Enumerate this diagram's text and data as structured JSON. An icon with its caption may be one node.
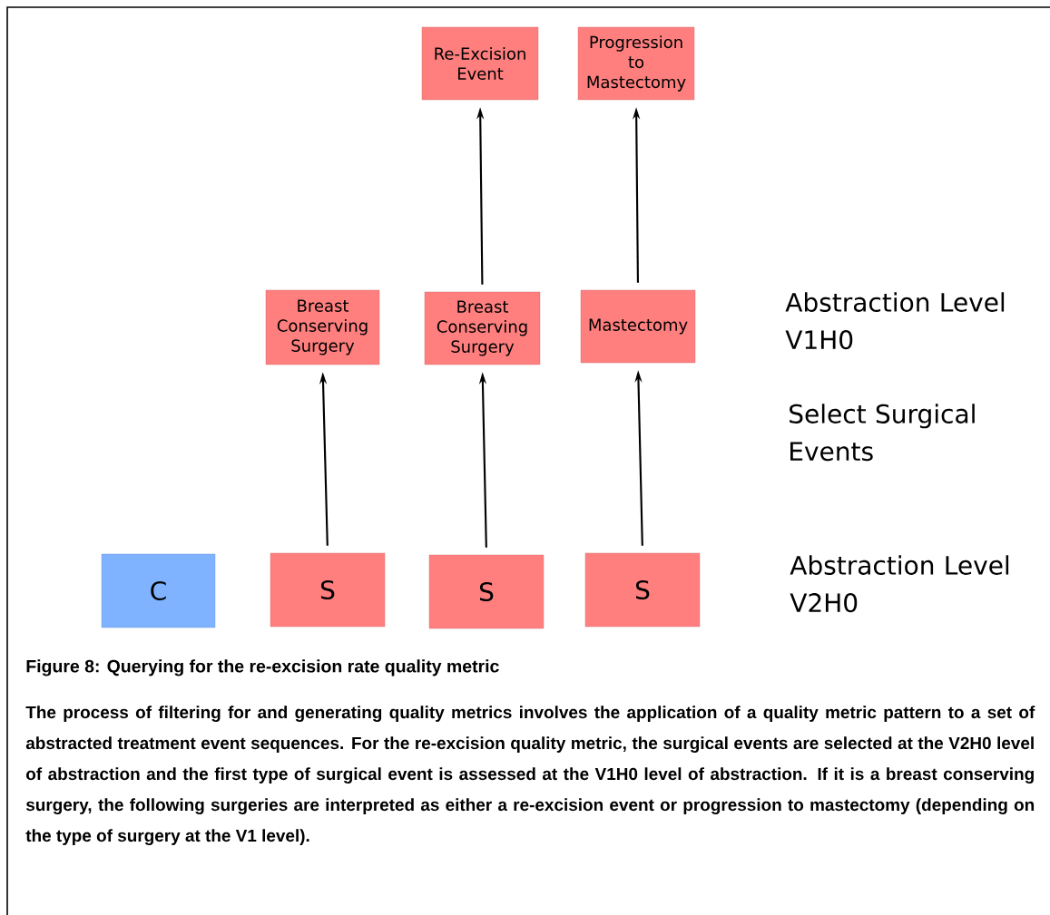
{
  "diagram": {
    "caption": "Figure 8: Querying for the re-excision rate quality metric",
    "nodes": [
      {
        "text": [
          "Re-Excision Event"
        ]
      },
      {
        "text": [
          "Progression to Mastectomy"
        ]
      },
      {
        "text": [
          "Breast Conserving Surgery"
        ]
      },
      {
        "text": [
          "Breast Conserving Surgery"
        ]
      },
      {
        "text": [
          "Mastectomy"
        ]
      },
      {
        "text": [
          "C"
        ]
      },
      {
        "text": [
          "S"
        ]
      },
      {
        "text": [
          "S"
        ]
      },
      {
        "text": [
          "S"
        ]
      }
    ],
    "edges": [
      {
        "from": 3,
        "to": 0,
        "arrow": "to"
      },
      {
        "from": 4,
        "to": 1,
        "arrow": "to"
      },
      {
        "from": 6,
        "to": 2,
        "arrow": "to"
      },
      {
        "from": 7,
        "to": 3,
        "arrow": "to"
      },
      {
        "from": 8,
        "to": 4,
        "arrow": "to"
      }
    ],
    "labels": [
      "Abstraction Level V1H0",
      "Select Surgical Events",
      "Abstraction Level V2H0",
      "The process of filtering for and generating quality metrics involves the application of a quality metric pattern to a set of abstracted treatment event sequences.  For the re-excision quality metric, the surgical events are selected at the V2H0 level of abstraction and the first type of surgical event is assessed at the V1H0 level of abstraction.  If it is a breast conserving surgery, the following surgeries are interpreted as either a re-excision event or progression to mastectomy (depending on the type of surgery at the V1 level)."
    ]
  }
}
